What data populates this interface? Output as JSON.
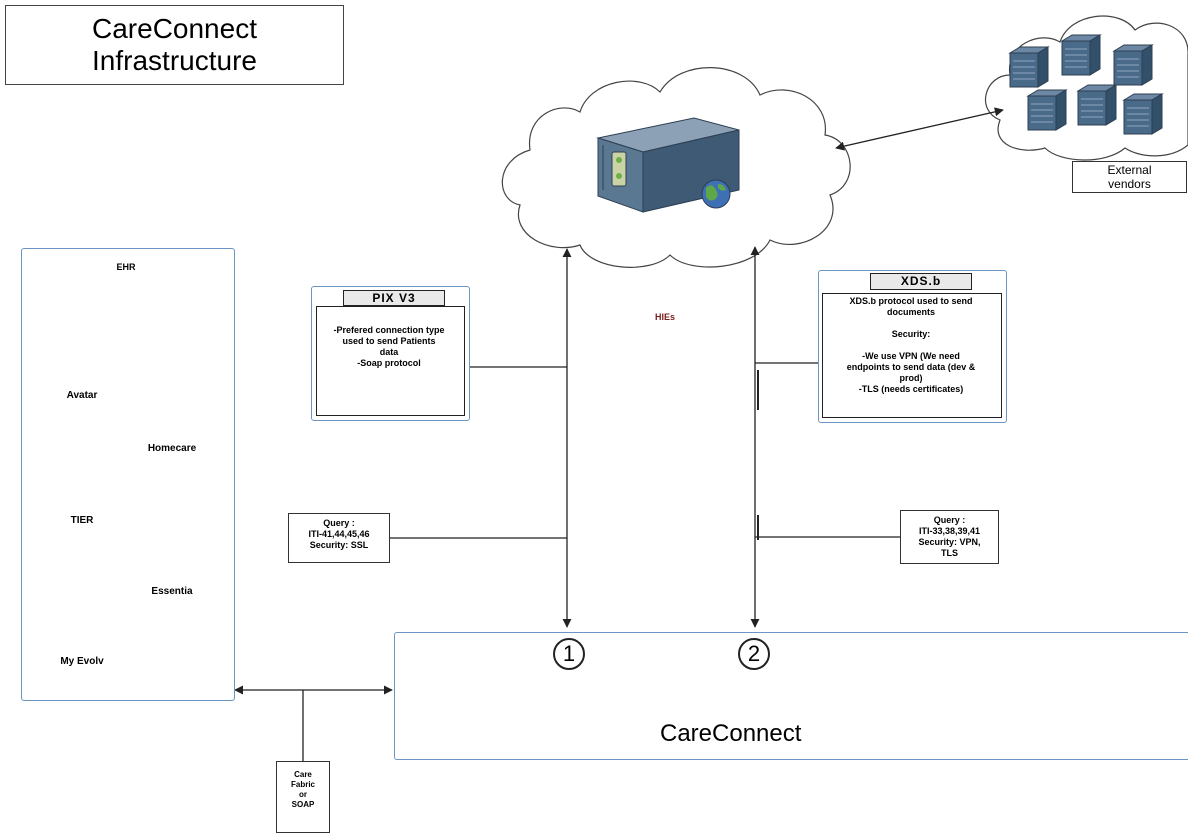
{
  "title": {
    "line1": "CareConnect",
    "line2": "Infrastructure"
  },
  "ehr": {
    "label": "EHR",
    "servers": [
      {
        "name": "Avatar"
      },
      {
        "name": "Homecare"
      },
      {
        "name": "TIER"
      },
      {
        "name": "Essentia"
      },
      {
        "name": "My Evolv"
      }
    ]
  },
  "hie": {
    "label": "HIEs"
  },
  "external_vendors": {
    "line1": "External",
    "line2": "vendors"
  },
  "pix": {
    "tag": "PIX V3",
    "lines": [
      "-Prefered connection type",
      "used to send Patients",
      "data",
      "-Soap protocol"
    ]
  },
  "xds": {
    "tag": "XDS.b",
    "lines": [
      "XDS.b protocol used to send",
      "documents",
      "",
      "Security:",
      "",
      "-We use VPN (We need",
      "endpoints to send data (dev &",
      "prod)",
      "-TLS (needs certificates)"
    ]
  },
  "query_left": {
    "lines": [
      "Query :",
      "ITI-41,44,45,46",
      "Security:   SSL"
    ]
  },
  "query_right": {
    "lines": [
      "Query :",
      "ITI-33,38,39,41",
      "Security:   VPN,",
      "TLS"
    ]
  },
  "careconnect": {
    "label": "CareConnect",
    "num1": "1",
    "num2": "2"
  },
  "care_fabric": {
    "lines": [
      "Care",
      "Fabric",
      "or",
      "SOAP"
    ]
  },
  "colors": {
    "box_border": "#6c95c4",
    "hie_label": "#7a2020",
    "server_body": "#dfe3c9",
    "server_rack": "#4a6a8a"
  },
  "icons": {
    "hie_server": "server-globe-icon",
    "vendor_servers": "server-rack-icon",
    "ehr_servers": "server-tower-icon",
    "careconnect_server": "server-tower-icon"
  }
}
